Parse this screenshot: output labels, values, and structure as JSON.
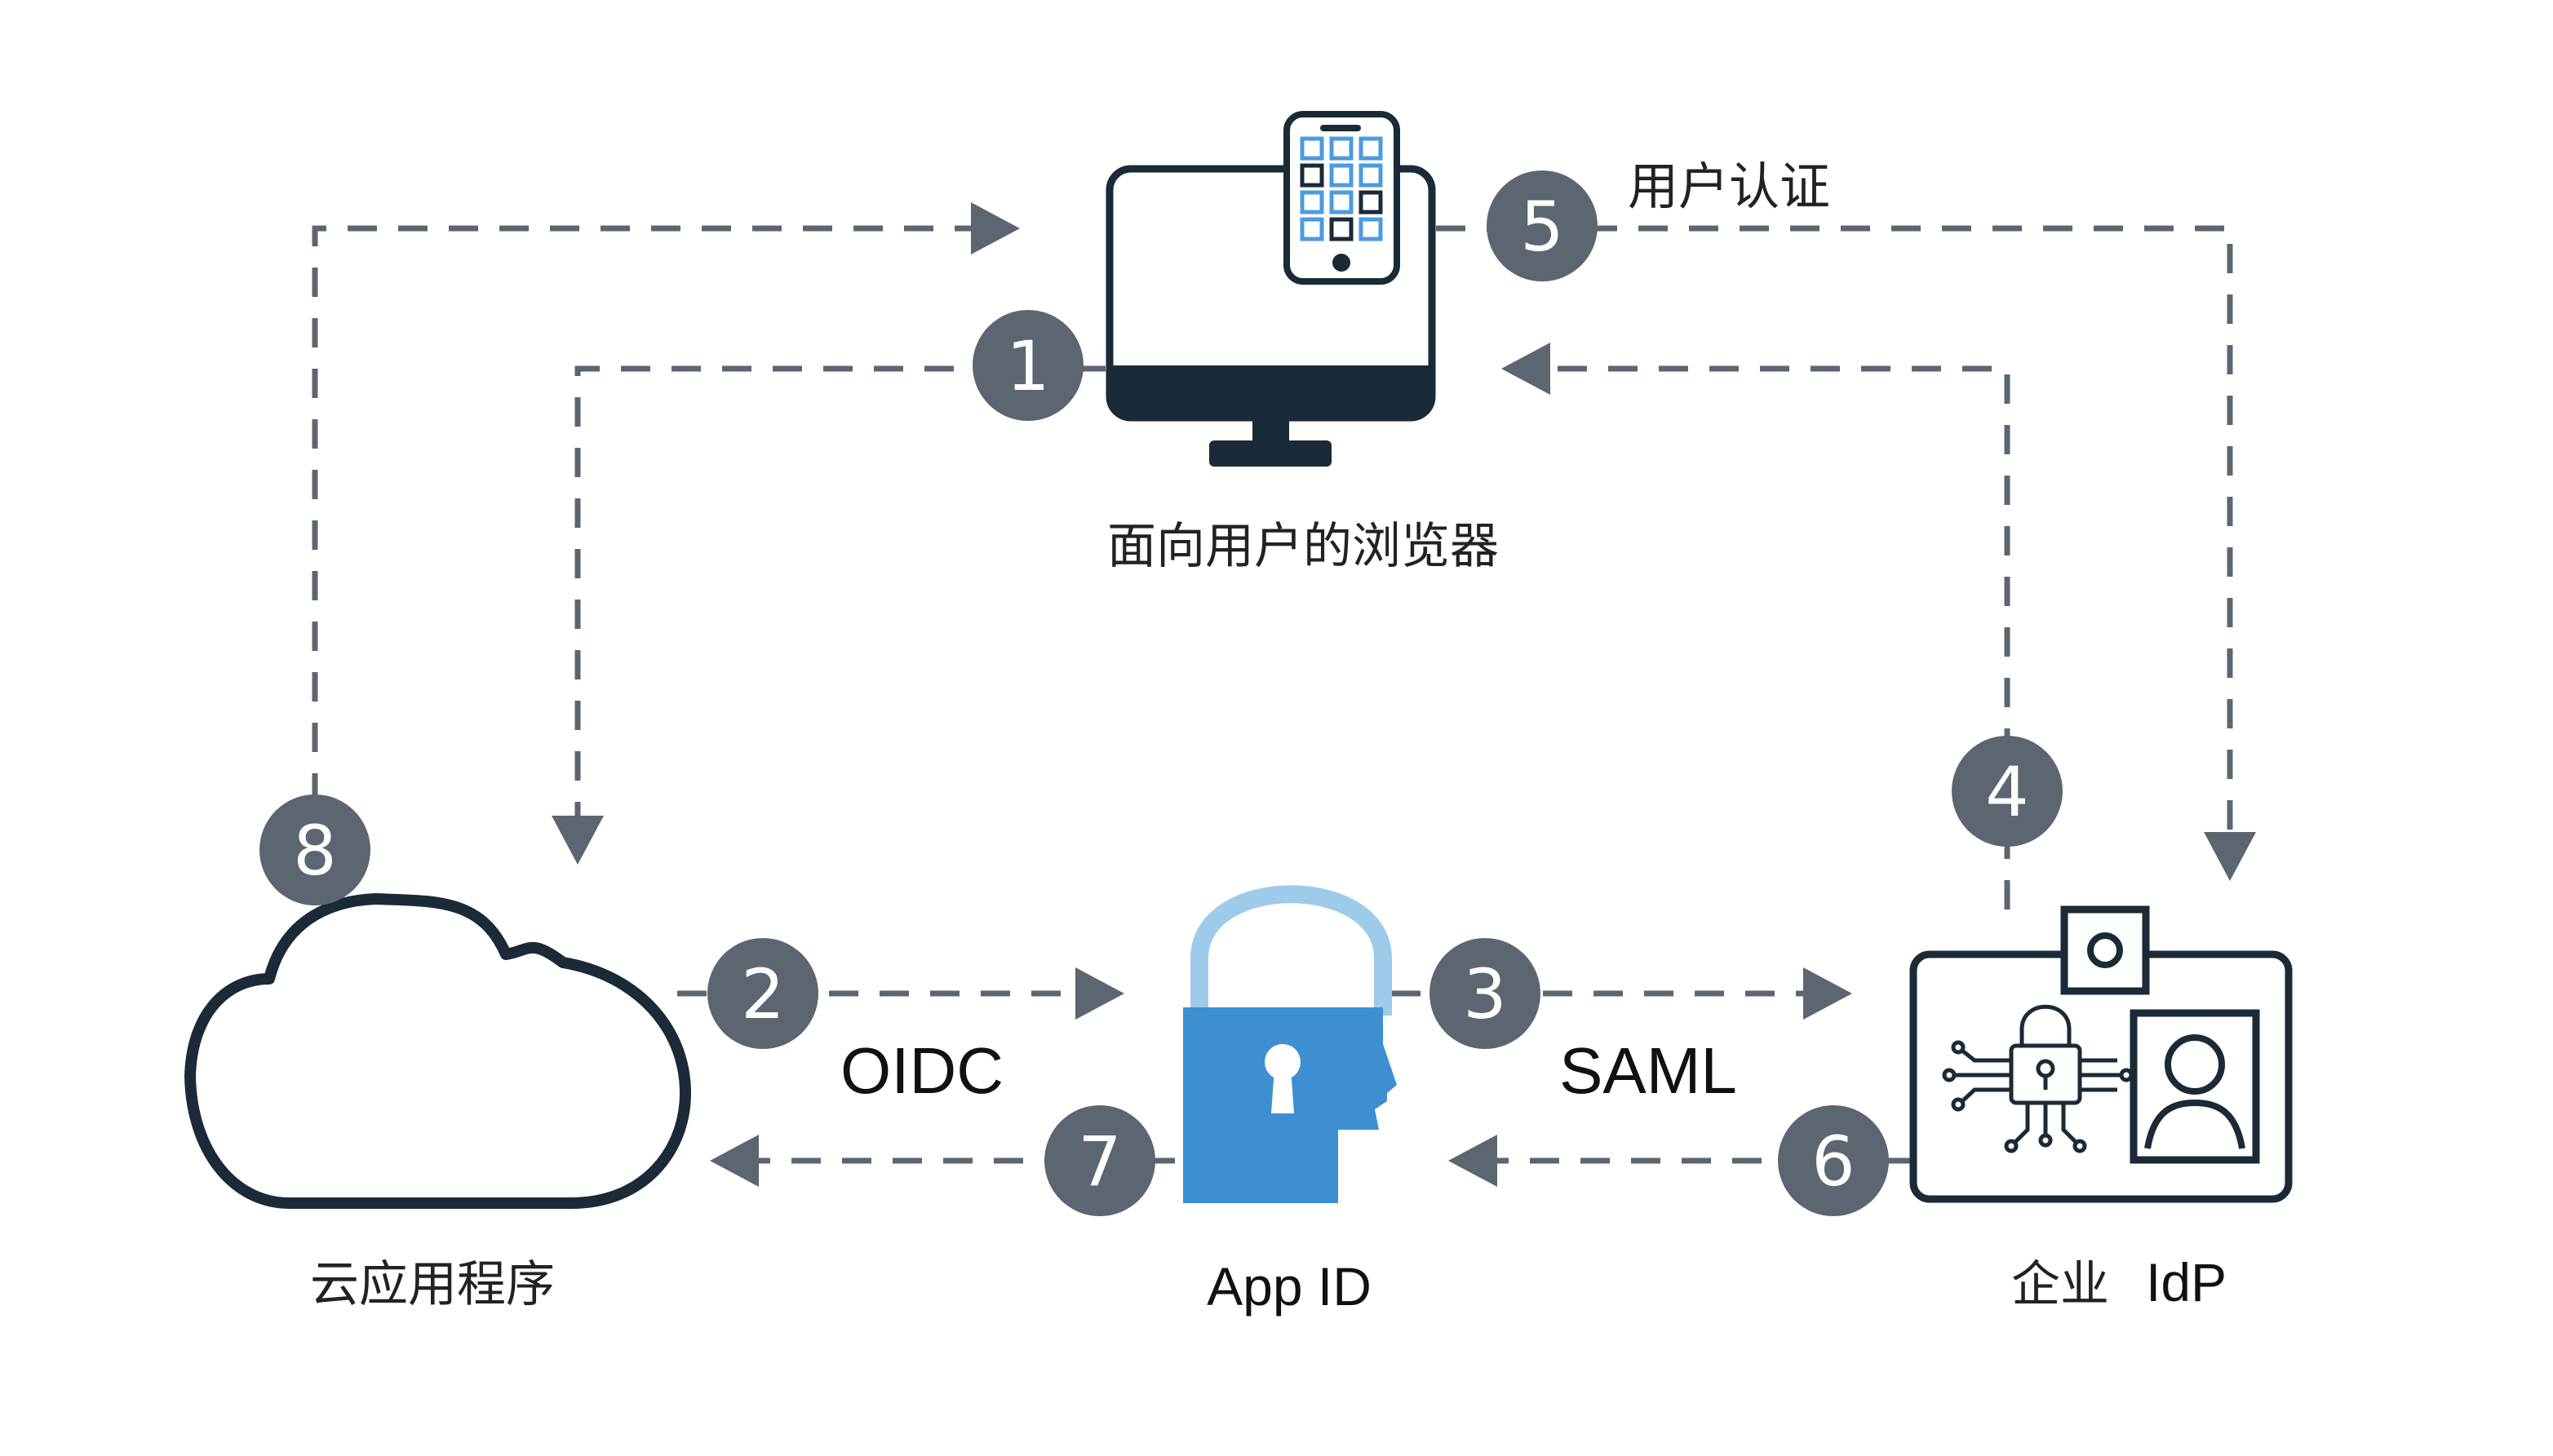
{
  "nodes": {
    "browser": {
      "label": "面向用户的浏览器",
      "icon": "monitor-with-phone-icon"
    },
    "cloud_app": {
      "label": "云应用程序",
      "icon": "cloud-icon"
    },
    "app_id": {
      "label": "App ID",
      "icon": "padlock-head-icon"
    },
    "enterprise_idp": {
      "label_zh": "企业",
      "label_en": "IdP",
      "icon": "id-card-icon"
    }
  },
  "edge_labels": {
    "oidc": "OIDC",
    "saml": "SAML",
    "user_auth": "用户认证"
  },
  "steps": [
    "1",
    "2",
    "3",
    "4",
    "5",
    "6",
    "7",
    "8"
  ],
  "colors": {
    "line": "#5c6670",
    "badge": "#5c6670",
    "dark": "#1a2a36",
    "lock_blue": "#3d8fd1",
    "lock_shackle": "#9ecbea",
    "phone_tile": "#4c9be0"
  }
}
